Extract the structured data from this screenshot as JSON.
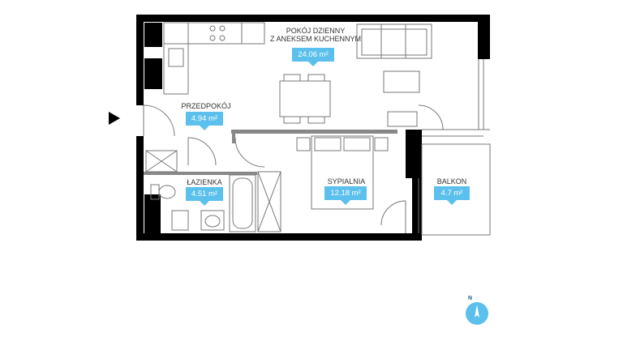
{
  "rooms": [
    {
      "name": "POKÓJ DZIENNY\nZ ANEKSEM KUCHENNYM",
      "area": "24.06 m²"
    },
    {
      "name": "PRZEDPOKÓJ",
      "area": "4.94 m²"
    },
    {
      "name": "ŁAZIENKA",
      "area": "4.51 m²"
    },
    {
      "name": "SYPIALNIA",
      "area": "12.18 m²"
    },
    {
      "name": "BALKON",
      "area": "4.7 m²"
    }
  ],
  "compass": {
    "letter": "N",
    "color": "#5bc0eb"
  },
  "colors": {
    "wall": "#000000",
    "accent": "#5bc0eb",
    "partition": "#888888"
  },
  "icons": [
    "entrance-arrow-icon",
    "compass-icon"
  ]
}
